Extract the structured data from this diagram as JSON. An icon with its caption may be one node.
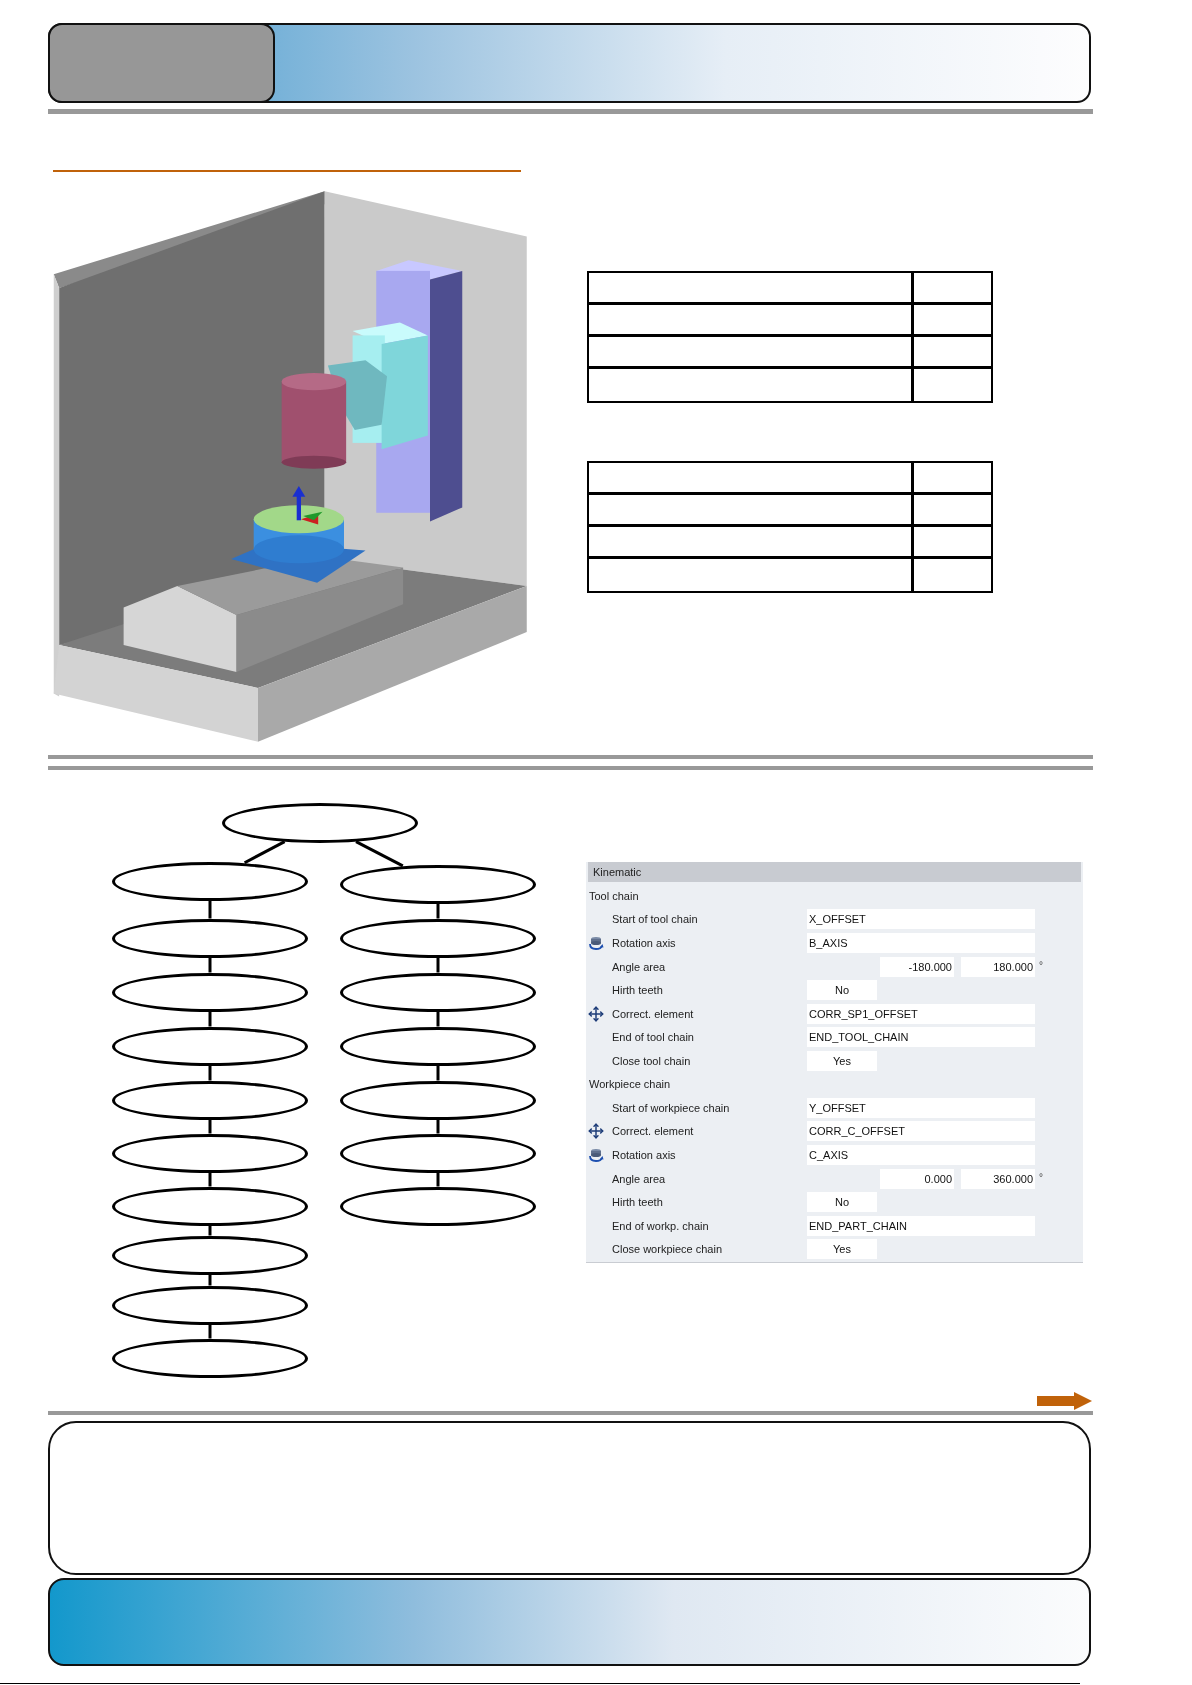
{
  "diagram": {
    "nodes": [
      {
        "text": [],
        "shape": "ellipse"
      },
      {
        "text": [],
        "shape": "ellipse"
      },
      {
        "text": [],
        "shape": "ellipse"
      },
      {
        "text": [],
        "shape": "ellipse"
      },
      {
        "text": [],
        "shape": "ellipse"
      },
      {
        "text": [],
        "shape": "ellipse"
      },
      {
        "text": [],
        "shape": "ellipse"
      },
      {
        "text": [],
        "shape": "ellipse"
      },
      {
        "text": [],
        "shape": "ellipse"
      },
      {
        "text": [],
        "shape": "ellipse"
      },
      {
        "text": [],
        "shape": "ellipse"
      },
      {
        "text": [],
        "shape": "ellipse"
      },
      {
        "text": [],
        "shape": "ellipse"
      },
      {
        "text": [],
        "shape": "ellipse"
      },
      {
        "text": [],
        "shape": "ellipse"
      },
      {
        "text": [],
        "shape": "ellipse"
      },
      {
        "text": [],
        "shape": "ellipse"
      },
      {
        "text": [],
        "shape": "ellipse"
      }
    ],
    "edges": [
      {
        "from": 0,
        "to": 1,
        "arrow": "none"
      },
      {
        "from": 0,
        "to": 11,
        "arrow": "none"
      },
      {
        "from": 1,
        "to": 2,
        "arrow": "none"
      },
      {
        "from": 2,
        "to": 3,
        "arrow": "none"
      },
      {
        "from": 3,
        "to": 4,
        "arrow": "none"
      },
      {
        "from": 4,
        "to": 5,
        "arrow": "none"
      },
      {
        "from": 5,
        "to": 6,
        "arrow": "none"
      },
      {
        "from": 6,
        "to": 7,
        "arrow": "none"
      },
      {
        "from": 7,
        "to": 8,
        "arrow": "none"
      },
      {
        "from": 8,
        "to": 9,
        "arrow": "none"
      },
      {
        "from": 9,
        "to": 10,
        "arrow": "none"
      },
      {
        "from": 11,
        "to": 12,
        "arrow": "none"
      },
      {
        "from": 12,
        "to": 13,
        "arrow": "none"
      },
      {
        "from": 13,
        "to": 14,
        "arrow": "none"
      },
      {
        "from": 14,
        "to": 15,
        "arrow": "none"
      },
      {
        "from": 15,
        "to": 16,
        "arrow": "none"
      },
      {
        "from": 16,
        "to": 17,
        "arrow": "none"
      }
    ],
    "labels": [
      "Kinematic",
      "Tool chain",
      "Start of tool chain",
      "X_OFFSET",
      "Rotation axis",
      "B_AXIS",
      "Angle area",
      "-180.000",
      "180.000",
      "°",
      "Hirth teeth",
      "No",
      "Correct. element",
      "CORR_SP1_OFFSET",
      "End of tool chain",
      "END_TOOL_CHAIN",
      "Close tool chain",
      "Yes",
      "Workpiece chain",
      "Start of workpiece chain",
      "Y_OFFSET",
      "Correct. element",
      "CORR_C_OFFSET",
      "Rotation axis",
      "C_AXIS",
      "Angle area",
      "0.000",
      "360.000",
      "°",
      "Hirth teeth",
      "No",
      "End of workp. chain",
      "END_PART_CHAIN",
      "Close workpiece chain",
      "Yes"
    ]
  }
}
